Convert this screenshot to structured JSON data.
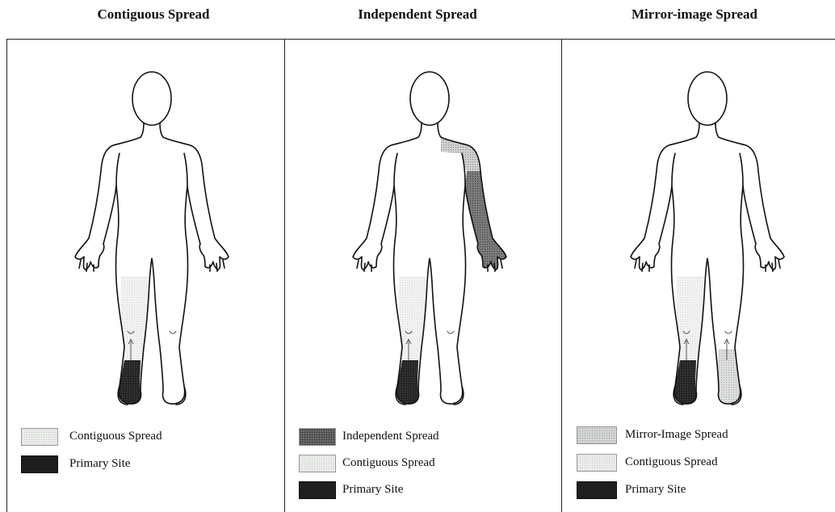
{
  "panels": [
    {
      "title": "Contiguous Spread",
      "legend": [
        {
          "label": "Contiguous Spread",
          "pattern": "light-stipple"
        },
        {
          "label": "Primary Site",
          "pattern": "dark"
        }
      ]
    },
    {
      "title": "Independent Spread",
      "legend": [
        {
          "label": "Independent Spread",
          "pattern": "medium-gray-stipple"
        },
        {
          "label": "Contiguous Spread",
          "pattern": "light-stipple"
        },
        {
          "label": "Primary Site",
          "pattern": "dark"
        }
      ]
    },
    {
      "title": "Mirror-image Spread",
      "legend": [
        {
          "label": "Mirror-Image Spread",
          "pattern": "gray-stipple"
        },
        {
          "label": "Contiguous Spread",
          "pattern": "light-stipple"
        },
        {
          "label": "Primary Site",
          "pattern": "dark"
        }
      ]
    }
  ],
  "colors": {
    "primary_site": "#1e1e1e",
    "contiguous": "#eef0ee",
    "independent": "#6e6e6e",
    "mirror": "#d9dcdb",
    "outline": "#111111"
  }
}
